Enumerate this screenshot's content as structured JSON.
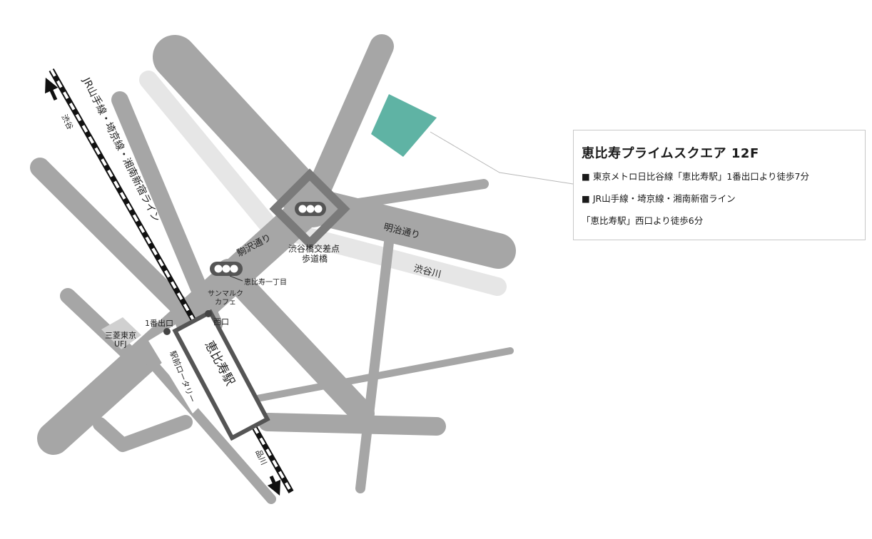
{
  "map": {
    "labels": {
      "jr_line": "JR山手線・埼京線・湘南新宿ライン",
      "dir_north": "渋谷",
      "dir_south": "品川",
      "komazawa": "駒沢通り",
      "meiji": "明治通り",
      "shibuya_river": "渋谷川",
      "crossing_line1": "渋谷橋交差点",
      "crossing_line2": "歩道橋",
      "ebisu1": "恵比寿一丁目",
      "cafe_line1": "サンマルク",
      "cafe_line2": "カフェ",
      "west_exit": "西口",
      "exit1": "1番出口",
      "bank_line1": "三菱東京",
      "bank_line2": "UFJ",
      "rotary": "駅前ロータリー",
      "station": "恵比寿駅"
    },
    "colors": {
      "road": "#a6a6a6",
      "minor_road": "#b0b0b0",
      "river": "#e6e6e6",
      "building": "#5fb3a4",
      "station_box": "#555555"
    }
  },
  "info": {
    "title": "恵比寿プライムスクエア 12F",
    "line1_marker": "■",
    "line1": "東京メトロ日比谷線「恵比寿駅」1番出口より徒歩7分",
    "line2_marker": "■",
    "line2": "JR山手線・埼京線・湘南新宿ライン",
    "line3": "「恵比寿駅」西口より徒歩6分"
  }
}
